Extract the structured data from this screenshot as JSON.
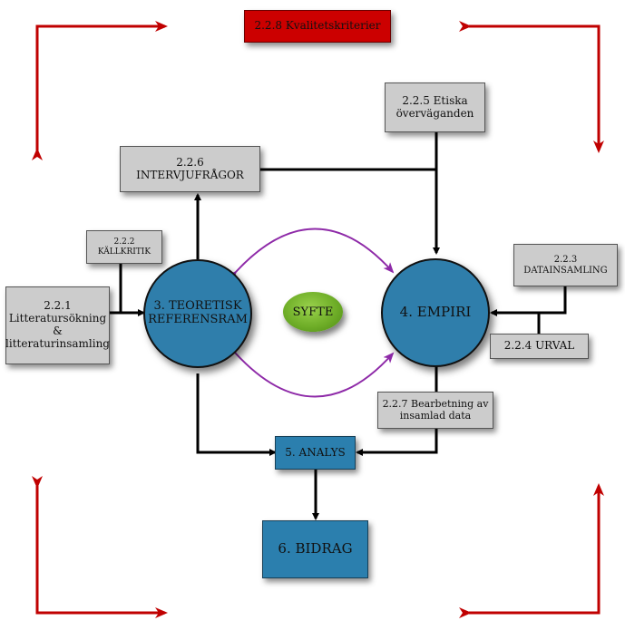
{
  "nodes": {
    "kvalitet": "2.2.8 Kvalitetskriterier",
    "etiska": [
      "2.2.5 Etiska",
      "överväganden"
    ],
    "intervju": [
      "2.2.6",
      "INTERVJUFRÅGOR"
    ],
    "kallkritik": [
      "2.2.2",
      "KÄLLKRITIK"
    ],
    "litteratur": [
      "2.2.1",
      "Litteratursökning",
      "&",
      "litteraturinsamling"
    ],
    "teoretisk": [
      "3. TEORETISK",
      "REFERENSRAM"
    ],
    "syfte": "SYFTE",
    "empiri": "4. EMPIRI",
    "datainsamling": [
      "2.2.3",
      "DATAINSAMLING"
    ],
    "urval": "2.2.4 URVAL",
    "bearbetning": [
      "2.2.7 Bearbetning av",
      "insamlad data"
    ],
    "analys": "5. ANALYS",
    "bidrag": "6. BIDRAG"
  },
  "colors": {
    "grey_box": "#cccccc",
    "blue_node": "#2b7fae",
    "red_box": "#cc0000",
    "syfte_green": "#6fae28",
    "corner_arrows": "#c00000",
    "curved_arrows": "#8e2aa8",
    "connectors": "#000000"
  }
}
